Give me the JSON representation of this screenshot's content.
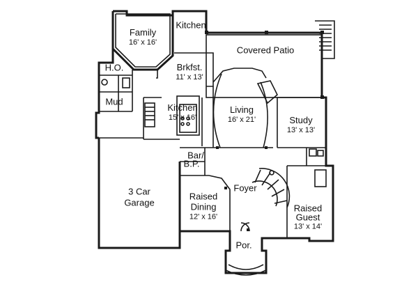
{
  "rooms": {
    "family": {
      "name": "Family",
      "dims": "16' x 16'"
    },
    "kitchen_top": {
      "name": "Kitchen"
    },
    "covered_patio": {
      "name": "Covered Patio"
    },
    "ho": {
      "name": "H.O."
    },
    "brkfst": {
      "name": "Brkfst.",
      "dims": "11' x 13'"
    },
    "mud": {
      "name": "Mud"
    },
    "kitchen": {
      "name": "Kitchen",
      "dims": "15' x 16'"
    },
    "living": {
      "name": "Living",
      "dims": "16' x 21'"
    },
    "study": {
      "name": "Study",
      "dims": "13' x 13'"
    },
    "bar": {
      "name": "Bar/"
    },
    "bp": {
      "name": "B.P."
    },
    "garage_line1": {
      "name": "3 Car"
    },
    "garage_line2": {
      "name": "Garage"
    },
    "foyer": {
      "name": "Foyer"
    },
    "raised_dining_line1": {
      "name": "Raised"
    },
    "raised_dining_line2": {
      "name": "Dining"
    },
    "raised_dining_dims": {
      "dims": "12' x 16'"
    },
    "raised_guest_line1": {
      "name": "Raised"
    },
    "raised_guest_line2": {
      "name": "Guest"
    },
    "raised_guest_dims": {
      "dims": "13' x 14'"
    },
    "porch": {
      "name": "Por."
    }
  },
  "colors": {
    "wall": "#1a1a1a",
    "background": "#ffffff"
  }
}
